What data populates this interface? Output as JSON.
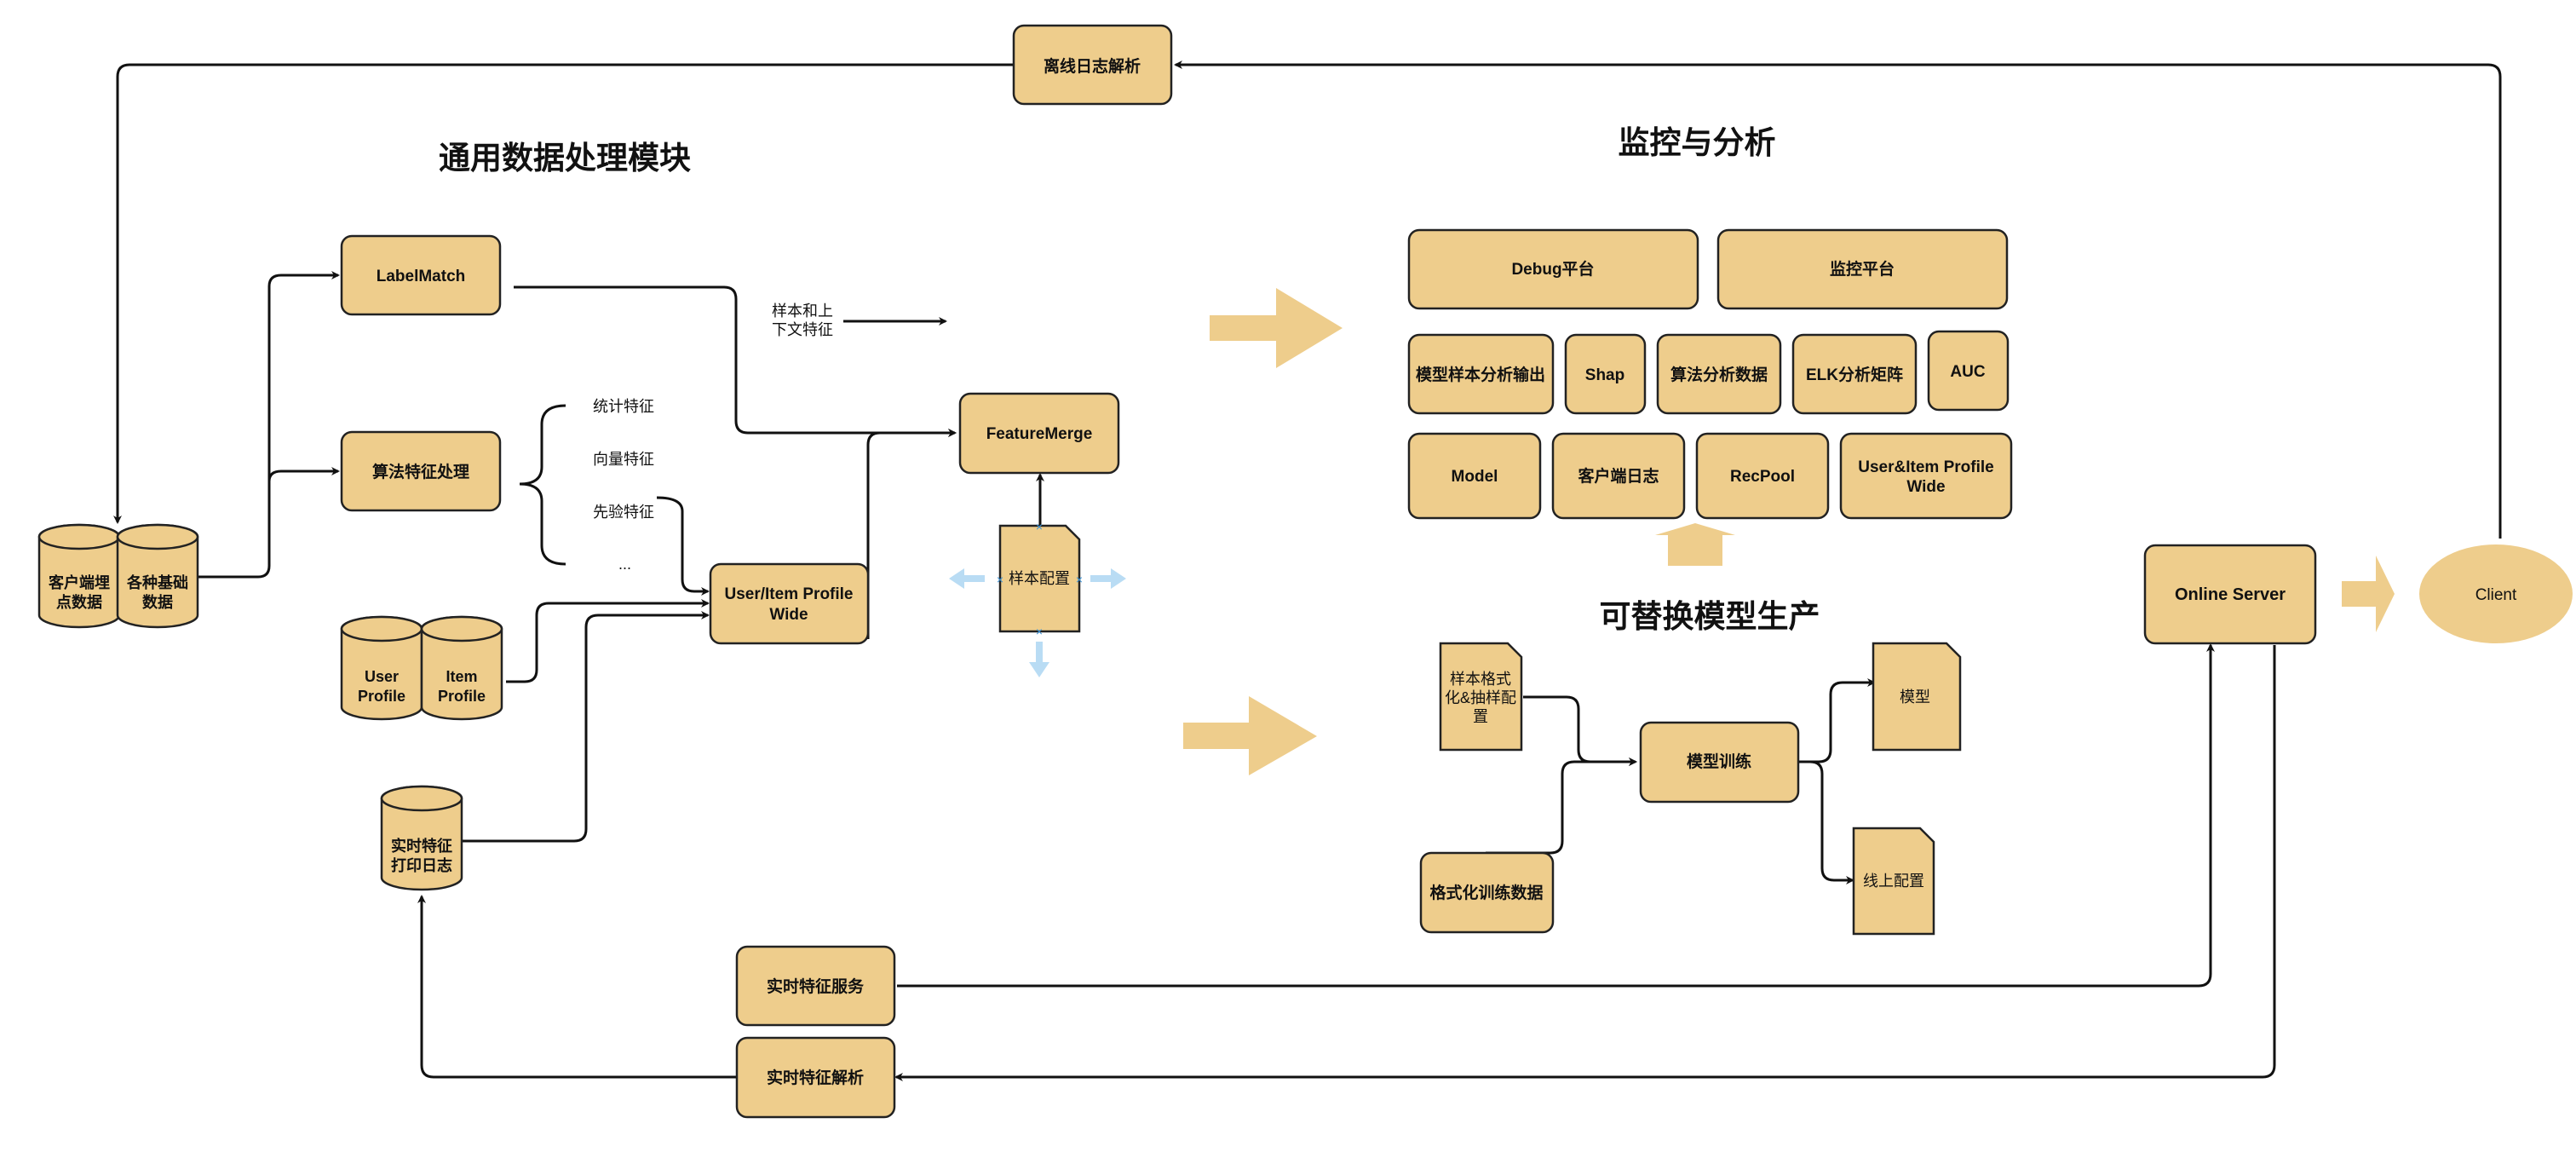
{
  "sections": {
    "common_data": "通用数据处理模块",
    "monitoring": "监控与分析",
    "replaceable_model": "可替换模型生产"
  },
  "nodes": {
    "offline_log": "离线日志解析",
    "label_match": "LabelMatch",
    "algo_feature": "算法特征处理",
    "client_data_1": "客户端埋",
    "client_data_2": "点数据",
    "basic_data_1": "各种基础",
    "basic_data_2": "数据",
    "user_profile_1": "User",
    "user_profile_2": "Profile",
    "item_profile_1": "Item",
    "item_profile_2": "Profile",
    "realtime_log_1": "实时特征",
    "realtime_log_2": "打印日志",
    "ui_profile_wide_1": "User/Item Profile",
    "ui_profile_wide_2": "Wide",
    "feature_merge": "FeatureMerge",
    "sample_config": "样本配置",
    "debug_platform": "Debug平台",
    "monitor_platform": "监控平台",
    "sample_analysis_output": "模型样本分析输出",
    "shap": "Shap",
    "algo_analysis_data": "算法分析数据",
    "elk_matrix": "ELK分析矩阵",
    "auc": "AUC",
    "model_box": "Model",
    "client_log": "客户端日志",
    "recpool": "RecPool",
    "ui_profile_wide_m1": "User&Item Profile",
    "ui_profile_wide_m2": "Wide",
    "sample_format_1": "样本格式",
    "sample_format_2": "化&抽样配",
    "sample_format_3": "置",
    "format_train_data": "格式化训练数据",
    "model_training": "模型训练",
    "model_doc": "模型",
    "online_config": "线上配置",
    "online_server": "Online Server",
    "client": "Client",
    "realtime_feature_service": "实时特征服务",
    "realtime_feature_parse": "实时特征解析"
  },
  "feature_labels": {
    "stat": "统计特征",
    "vector": "向量特征",
    "prior": "先验特征",
    "more": "..."
  },
  "annotations": {
    "sample_ctx_1": "样本和上",
    "sample_ctx_2": "下文特征"
  },
  "colors": {
    "node_fill": "#eecd8c",
    "stroke": "#222222",
    "handle": "#b9dcf4"
  }
}
